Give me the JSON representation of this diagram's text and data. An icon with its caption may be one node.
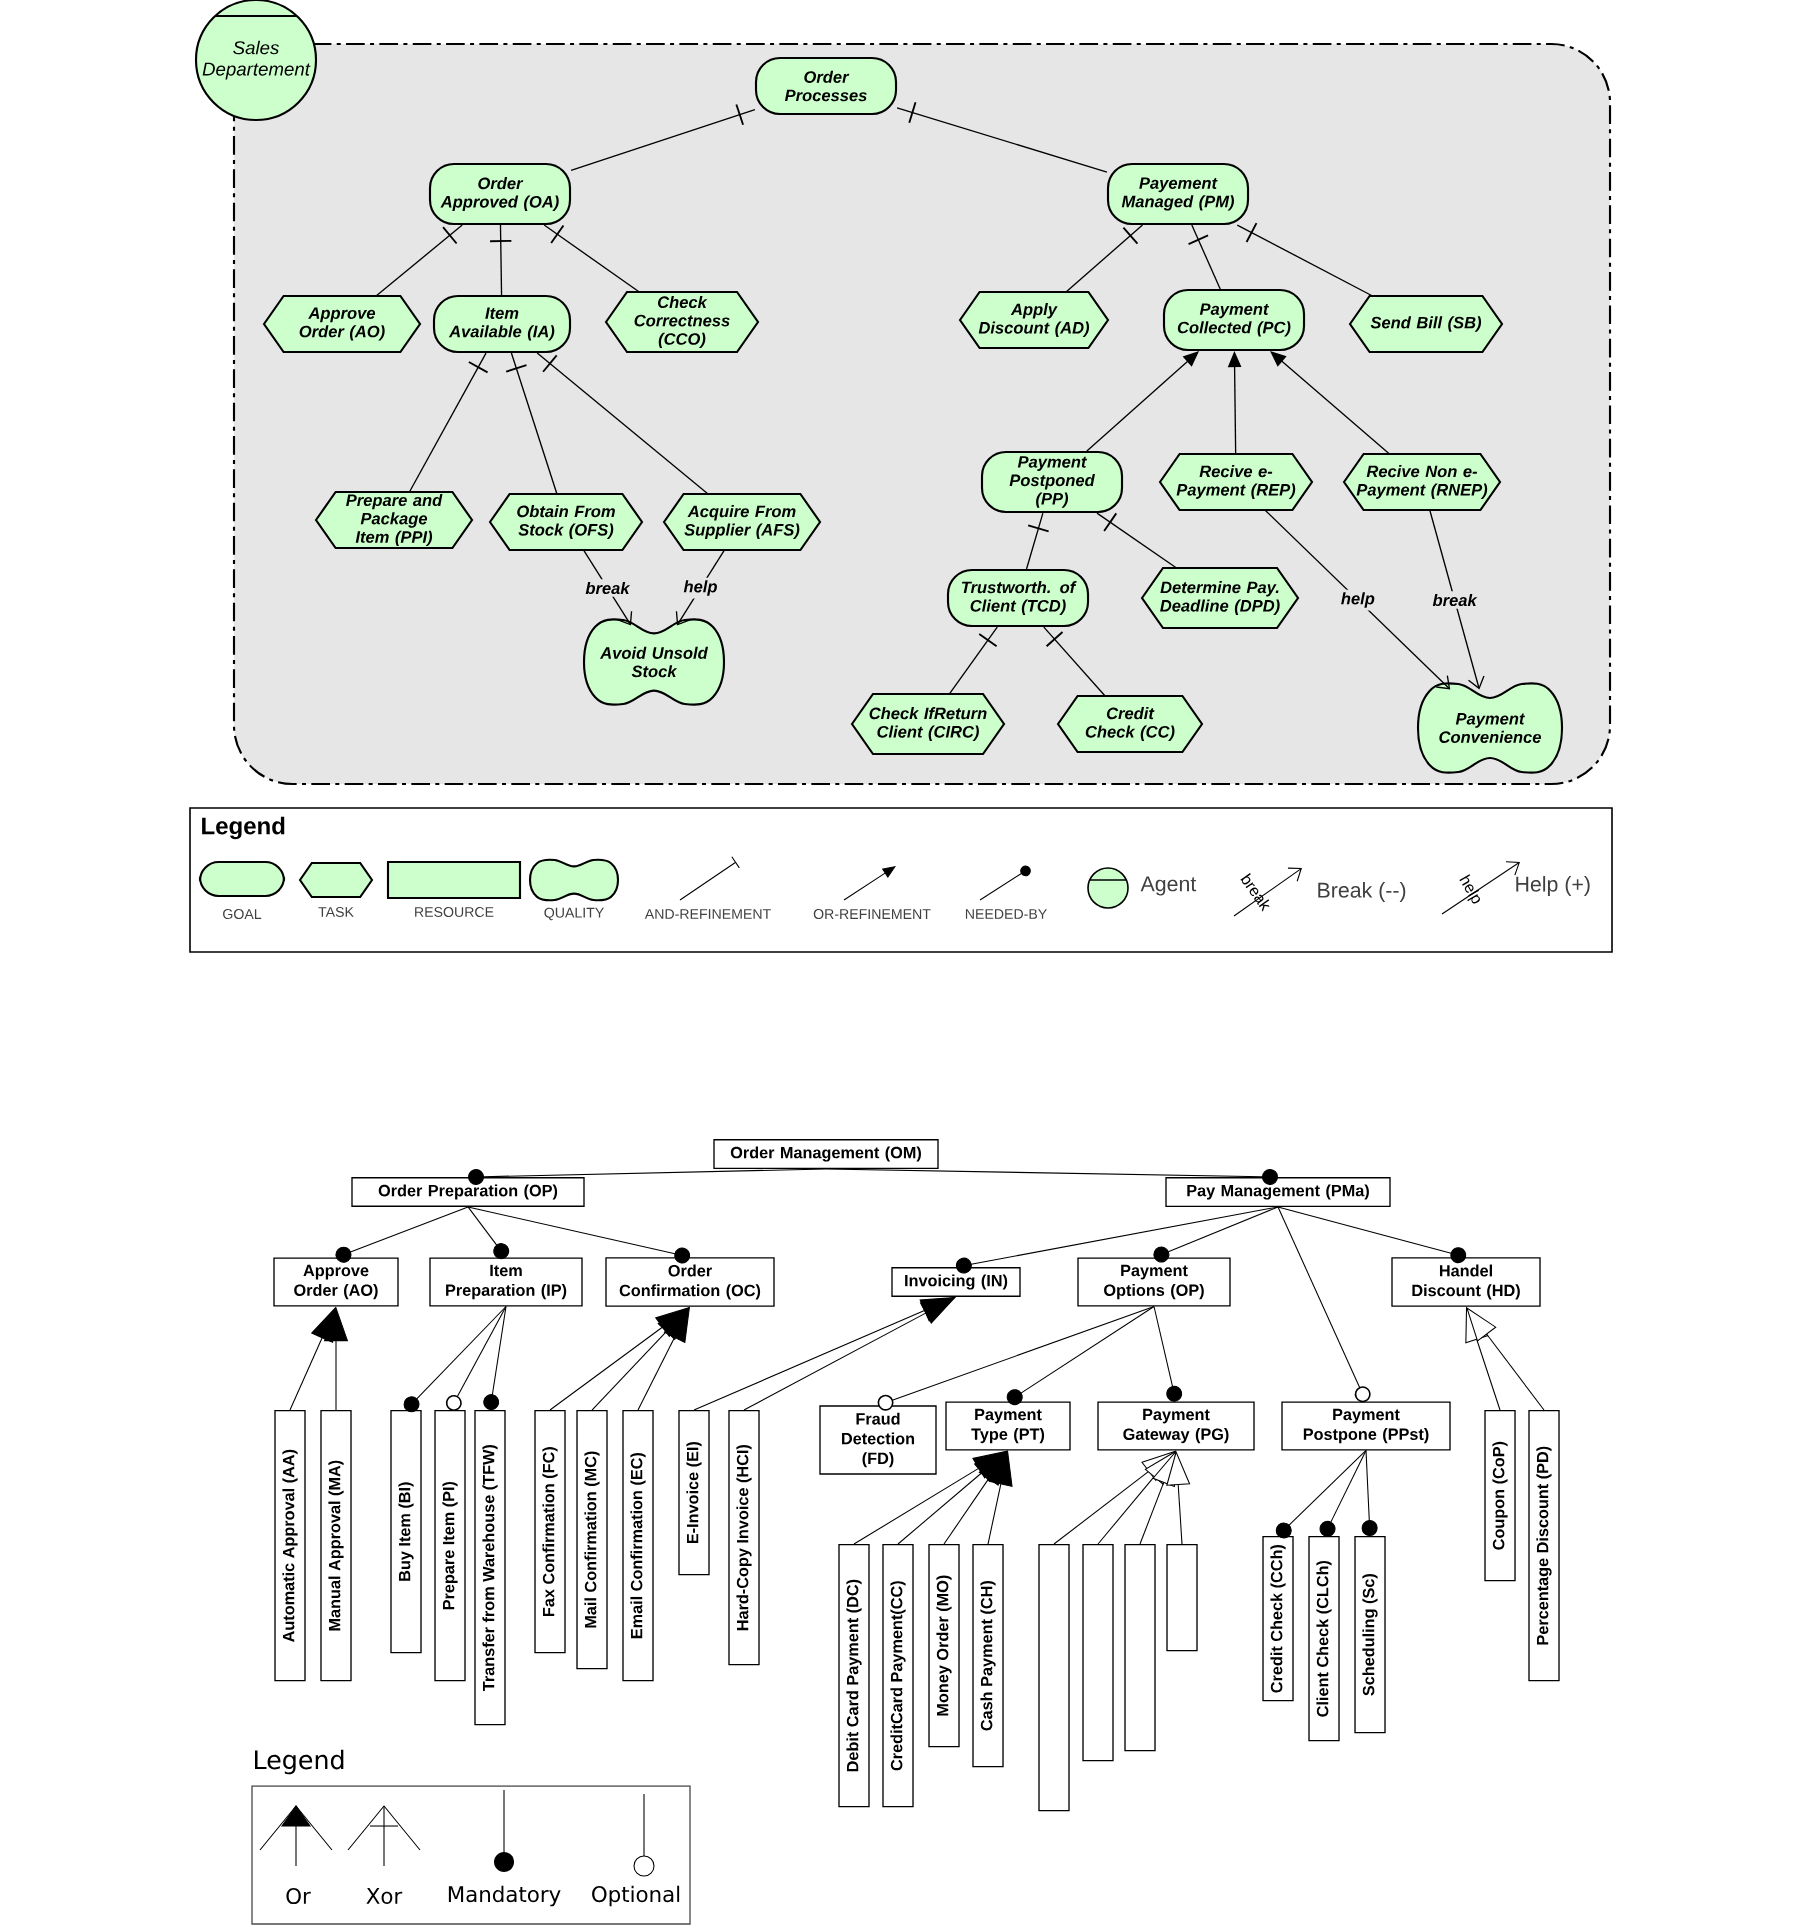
{
  "diagram": {
    "nodes": [
      {
        "text": [
          "Sales Departement"
        ]
      },
      {
        "text": [
          "Order Processes"
        ],
        "in": 0
      },
      {
        "text": [
          "Order Approved (OA)"
        ],
        "in": 0
      },
      {
        "text": [
          "Payement Managed (PM)"
        ],
        "in": 0
      },
      {
        "text": [
          "Approve Order (AO)"
        ],
        "in": 0
      },
      {
        "text": [
          "Item Available (IA)"
        ],
        "in": 0
      },
      {
        "text": [
          "Check Correctness (CCO)"
        ],
        "in": 0
      },
      {
        "text": [
          "Apply Discount (AD)"
        ],
        "in": 0
      },
      {
        "text": [
          "Payment Collected (PC)"
        ],
        "in": 0
      },
      {
        "text": [
          "Send Bill (SB)"
        ],
        "in": 0
      },
      {
        "text": [
          "Prepare and Package Item (PPI)"
        ],
        "in": 0
      },
      {
        "text": [
          "Obtain From Stock (OFS)"
        ],
        "in": 0
      },
      {
        "text": [
          "Acquire From Supplier (AFS)"
        ],
        "in": 0
      },
      {
        "text": [
          "Payment Postponed (PP)"
        ],
        "in": 0
      },
      {
        "text": [
          "Recive e-Payment (REP)"
        ],
        "in": 0
      },
      {
        "text": [
          "Recive Non e-Payment (RNEP)"
        ],
        "in": 0
      },
      {
        "text": [
          "Avoid Unsold Stock"
        ],
        "in": 0
      },
      {
        "text": [
          "Trustworth. of Client (TCD)"
        ],
        "in": 0
      },
      {
        "text": [
          "Determine Pay. Deadline (DPD)"
        ],
        "in": 0
      },
      {
        "text": [
          "Check IfReturn Client (CIRC)"
        ],
        "in": 0
      },
      {
        "text": [
          "Credit Check (CC)"
        ],
        "in": 0
      },
      {
        "text": [
          "Payment Convenience"
        ],
        "in": 0
      },
      {
        "text": [
          "Order Management (OM)"
        ]
      },
      {
        "text": [
          "Order Preparation (OP)"
        ]
      },
      {
        "text": [
          "Pay Management (PMa)"
        ]
      },
      {
        "text": [
          "Approve Order (AO)"
        ]
      },
      {
        "text": [
          "Item Preparation (IP)"
        ]
      },
      {
        "text": [
          "Order Confirmation (OC)"
        ]
      },
      {
        "text": [
          "Invoicing (IN)"
        ]
      },
      {
        "text": [
          "Payment Options (OP)"
        ]
      },
      {
        "text": [
          "Handel Discount (HD)"
        ]
      },
      {
        "text": [
          "Fraud Detection (FD)"
        ]
      },
      {
        "text": [
          "Payment Type (PT)"
        ]
      },
      {
        "text": [
          "Payment Gateway (PG)"
        ]
      },
      {
        "text": [
          "Payment Postpone (PPst)"
        ]
      },
      {
        "text": [
          "Automatic Approval (AA)"
        ]
      },
      {
        "text": [
          "Manual Approval (MA)"
        ]
      },
      {
        "text": [
          "Buy Item (BI)"
        ]
      },
      {
        "text": [
          "Prepare Item (PI)"
        ]
      },
      {
        "text": [
          "Transfer from Warehouse (TFW)"
        ]
      },
      {
        "text": [
          "Fax Confirmation (FC)"
        ]
      },
      {
        "text": [
          "Mail Confirmation (MC)"
        ]
      },
      {
        "text": [
          "Email Confirmation (EC)"
        ]
      },
      {
        "text": [
          "E-Invoice (EI)"
        ]
      },
      {
        "text": [
          "Hard-Copy Invoice (HCI)"
        ]
      },
      {
        "text": [
          "Debit Card Payment (DC)"
        ]
      },
      {
        "text": [
          "CreditCard Payment(CC)"
        ]
      },
      {
        "text": [
          "Money Order (MO)"
        ]
      },
      {
        "text": [
          "Cash Payment (CH)"
        ]
      },
      {
        "text": [],
        "shape": "box"
      },
      {
        "text": [],
        "shape": "box"
      },
      {
        "text": [],
        "shape": "box"
      },
      {
        "text": [],
        "shape": "box"
      },
      {
        "text": [
          "Credit Check (CCh)"
        ]
      },
      {
        "text": [
          "Client Check (CLCh)"
        ]
      },
      {
        "text": [
          "Scheduling (Sc)"
        ]
      },
      {
        "text": [
          "Coupon (CoP)"
        ]
      },
      {
        "text": [
          "Percentage Discount (PD)"
        ]
      }
    ],
    "edges": [
      {
        "from": 2,
        "to": 1,
        "arrow": "none"
      },
      {
        "from": 3,
        "to": 1,
        "arrow": "none"
      },
      {
        "from": 4,
        "to": 2,
        "arrow": "none"
      },
      {
        "from": 5,
        "to": 2,
        "arrow": "none"
      },
      {
        "from": 6,
        "to": 2,
        "arrow": "none"
      },
      {
        "from": 7,
        "to": 3,
        "arrow": "none"
      },
      {
        "from": 8,
        "to": 3,
        "arrow": "none"
      },
      {
        "from": 9,
        "to": 3,
        "arrow": "none"
      },
      {
        "from": 10,
        "to": 5,
        "arrow": "none"
      },
      {
        "from": 11,
        "to": 5,
        "arrow": "none"
      },
      {
        "from": 12,
        "to": 5,
        "arrow": "none"
      },
      {
        "from": 13,
        "to": 8,
        "arrow": "to"
      },
      {
        "from": 14,
        "to": 8,
        "arrow": "to"
      },
      {
        "from": 15,
        "to": 8,
        "arrow": "to"
      },
      {
        "from": 11,
        "to": 16,
        "arrow": "to",
        "label": "break"
      },
      {
        "from": 12,
        "to": 16,
        "arrow": "to",
        "label": "help"
      },
      {
        "from": 17,
        "to": 13,
        "arrow": "none"
      },
      {
        "from": 18,
        "to": 13,
        "arrow": "none"
      },
      {
        "from": 19,
        "to": 17,
        "arrow": "none"
      },
      {
        "from": 20,
        "to": 17,
        "arrow": "none"
      },
      {
        "from": 14,
        "to": 21,
        "arrow": "to",
        "label": "help"
      },
      {
        "from": 15,
        "to": 21,
        "arrow": "to",
        "label": "break"
      },
      {
        "from": 22,
        "to": 23,
        "arrow": "other"
      },
      {
        "from": 22,
        "to": 24,
        "arrow": "other"
      },
      {
        "from": 23,
        "to": 25,
        "arrow": "other"
      },
      {
        "from": 23,
        "to": 26,
        "arrow": "other"
      },
      {
        "from": 23,
        "to": 27,
        "arrow": "other"
      },
      {
        "from": 24,
        "to": 28,
        "arrow": "other"
      },
      {
        "from": 24,
        "to": 29,
        "arrow": "other"
      },
      {
        "from": 24,
        "to": 34,
        "arrow": "other"
      },
      {
        "from": 24,
        "to": 30,
        "arrow": "other"
      },
      {
        "from": 35,
        "to": 25,
        "arrow": "to"
      },
      {
        "from": 36,
        "to": 25,
        "arrow": "to"
      },
      {
        "from": 26,
        "to": 37,
        "arrow": "other"
      },
      {
        "from": 26,
        "to": 38,
        "arrow": "other"
      },
      {
        "from": 26,
        "to": 39,
        "arrow": "other"
      },
      {
        "from": 40,
        "to": 27,
        "arrow": "to"
      },
      {
        "from": 41,
        "to": 27,
        "arrow": "to"
      },
      {
        "from": 42,
        "to": 27,
        "arrow": "to"
      },
      {
        "from": 43,
        "to": 28,
        "arrow": "to"
      },
      {
        "from": 44,
        "to": 28,
        "arrow": "to"
      },
      {
        "from": 29,
        "to": 31,
        "arrow": "other"
      },
      {
        "from": 29,
        "to": 32,
        "arrow": "other"
      },
      {
        "from": 29,
        "to": 33,
        "arrow": "other"
      },
      {
        "from": 45,
        "to": 32,
        "arrow": "to"
      },
      {
        "from": 46,
        "to": 32,
        "arrow": "to"
      },
      {
        "from": 47,
        "to": 32,
        "arrow": "to"
      },
      {
        "from": 48,
        "to": 32,
        "arrow": "to"
      },
      {
        "from": 49,
        "to": 33,
        "arrow": "to"
      },
      {
        "from": 50,
        "to": 33,
        "arrow": "to"
      },
      {
        "from": 51,
        "to": 33,
        "arrow": "to"
      },
      {
        "from": 52,
        "to": 33,
        "arrow": "to"
      },
      {
        "from": 34,
        "to": 53,
        "arrow": "other"
      },
      {
        "from": 34,
        "to": 54,
        "arrow": "other"
      },
      {
        "from": 34,
        "to": 55,
        "arrow": "other"
      },
      {
        "from": 56,
        "to": 30,
        "arrow": "to"
      },
      {
        "from": 57,
        "to": 30,
        "arrow": "to"
      }
    ],
    "labels": [
      "Legend",
      "break",
      "help",
      "Legend"
    ],
    "legend": [
      {
        "text": "GOAL"
      },
      {
        "text": "TASK"
      },
      {
        "text": "RESOURCE"
      },
      {
        "text": "QUALITY"
      },
      {
        "text": "AND-REFINEMENT"
      },
      {
        "text": "OR-REFINEMENT"
      },
      {
        "text": "NEEDED-BY"
      },
      {
        "text": "Agent"
      },
      {
        "text": "Break (--)"
      },
      {
        "text": "Help (+)"
      },
      {
        "text": "Or"
      },
      {
        "text": "Xor"
      },
      {
        "text": "Mandatory"
      },
      {
        "text": "Optional"
      }
    ]
  }
}
